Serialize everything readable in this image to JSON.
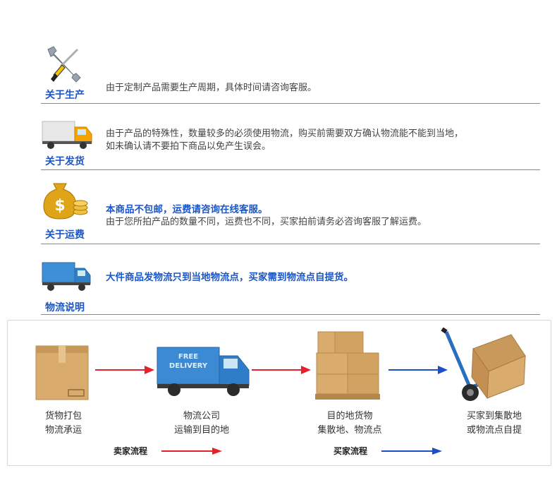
{
  "sections": [
    {
      "label": "关于生产",
      "icon": "wrench-screwdriver-icon",
      "lines": [
        "由于定制产品需要生产周期，具体时间请咨询客服。"
      ]
    },
    {
      "label": "关于发货",
      "icon": "delivery-truck-icon",
      "lines": [
        "由于产品的特殊性，数量较多的必须使用物流，购买前需要双方确认物流能不能到当地，",
        "如未确认请不要拍下商品以免产生误会。"
      ]
    },
    {
      "label": "关于运费",
      "icon": "money-bag-icon",
      "highlight": "本商品不包邮，运费请咨询在线客服。",
      "lines": [
        "由于您所拍产品的数量不同，运费也不同，买家拍前请务必咨询客服了解运费。"
      ]
    },
    {
      "label": "物流说明",
      "icon": "blue-truck-icon",
      "highlight": "大件商品发物流只到当地物流点，买家需到物流点自提货。"
    }
  ],
  "flow": {
    "truck_sign": [
      "FREE",
      "DELIVERY"
    ],
    "steps": [
      {
        "line1": "货物打包",
        "line2": "物流承运"
      },
      {
        "line1": "物流公司",
        "line2": "运输到目的地"
      },
      {
        "line1": "目的地货物",
        "line2": "集散地、物流点"
      },
      {
        "line1": "买家到集散地",
        "line2": "或物流点自提"
      }
    ],
    "legend": {
      "seller": "卖家流程",
      "buyer": "买家流程"
    },
    "colors": {
      "seller_arrow": "#e8202a",
      "buyer_arrow": "#1a4fc6"
    }
  }
}
